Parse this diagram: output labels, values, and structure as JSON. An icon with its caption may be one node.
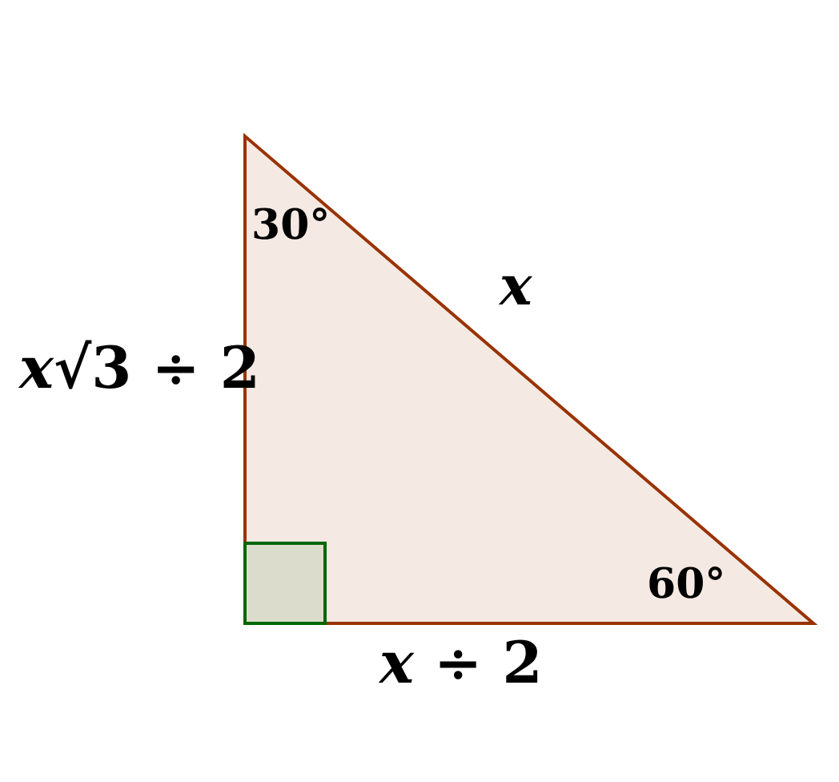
{
  "diagram": {
    "labels": [
      "30°",
      "*x*",
      "*x*√3 ÷ 2",
      "60°",
      "*x* ÷ 2"
    ]
  }
}
